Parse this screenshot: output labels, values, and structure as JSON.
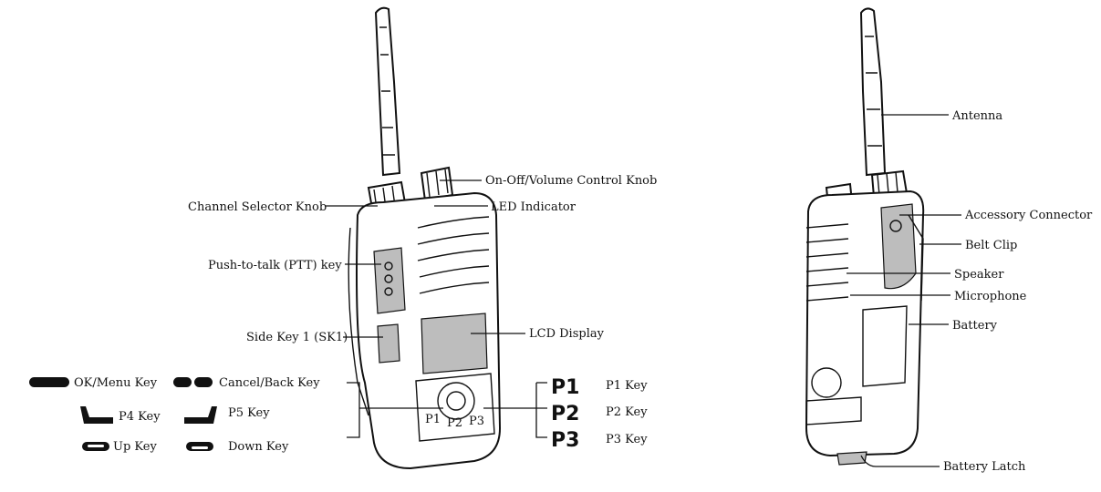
{
  "front": {
    "callouts": [
      {
        "id": "volume_knob",
        "label": "On-Off/Volume Control Knob"
      },
      {
        "id": "channel_knob",
        "label": "Channel Selector Knob"
      },
      {
        "id": "led",
        "label": "LED Indicator"
      },
      {
        "id": "ptt",
        "label": "Push-to-talk (PTT) key"
      },
      {
        "id": "sk1",
        "label": "Side Key 1 (SK1)"
      },
      {
        "id": "lcd",
        "label": "LCD Display"
      }
    ],
    "key_legend": {
      "ok": "OK/Menu Key",
      "cancel": "Cancel/Back Key",
      "p4": "P4 Key",
      "p5": "P5 Key",
      "up": "Up Key",
      "down": "Down Key"
    },
    "p_keys": [
      {
        "symbol": "P1",
        "label": "P1 Key"
      },
      {
        "symbol": "P2",
        "label": "P2 Key"
      },
      {
        "symbol": "P3",
        "label": "P3 Key"
      }
    ]
  },
  "back": {
    "callouts": [
      {
        "id": "antenna",
        "label": "Antenna"
      },
      {
        "id": "accessory",
        "label": "Accessory Connector"
      },
      {
        "id": "belt_clip",
        "label": "Belt Clip"
      },
      {
        "id": "speaker",
        "label": "Speaker"
      },
      {
        "id": "microphone",
        "label": "Microphone"
      },
      {
        "id": "battery",
        "label": "Battery"
      },
      {
        "id": "battery_latch",
        "label": "Battery Latch"
      }
    ]
  },
  "keypad_glyphs": {
    "pk1": "P1",
    "pk2": "P2",
    "pk3": "P3"
  }
}
